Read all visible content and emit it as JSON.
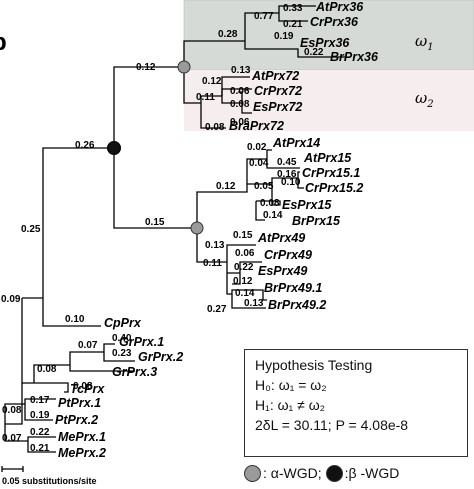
{
  "panel_letter": "b",
  "groups": {
    "omega1": {
      "name": "ω",
      "sub": "1",
      "color": "#d6dad6"
    },
    "omega2": {
      "name": "ω",
      "sub": "2",
      "color": "#f6eeee"
    }
  },
  "taxa": {
    "AtPrx36": "AtPrx36",
    "CrPrx36": "CrPrx36",
    "EsPrx36": "EsPrx36",
    "BrPrx36": "BrPrx36",
    "AtPrx72": "AtPrx72",
    "CrPrx72": "CrPrx72",
    "EsPrx72": "EsPrx72",
    "BraPrx72": "BraPrx72",
    "AtPrx14": "AtPrx14",
    "AtPrx15": "AtPrx15",
    "CrPrx15_1": "CrPrx15.1",
    "CrPrx15_2": "CrPrx15.2",
    "EsPrx15": "EsPrx15",
    "BrPrx15": "BrPrx15",
    "AtPrx49": "AtPrx49",
    "CrPrx49": "CrPrx49",
    "EsPrx49": "EsPrx49",
    "BrPrx49_1": "BrPrx49.1",
    "BrPrx49_2": "BrPrx49.2",
    "CpPrx": "CpPrx",
    "GrPrx1": "GrPrx.1",
    "GrPrx2": "GrPrx.2",
    "GrPrx3": "GrPrx.3",
    "TcPrx": "TcPrx",
    "PtPrx1": "PtPrx.1",
    "PtPrx2": "PtPrx.2",
    "MePrx1": "MePrx.1",
    "MePrx2": "MePrx.2"
  },
  "branch_lengths": {
    "b033": "0.33",
    "b021a": "0.21",
    "b077": "0.77",
    "b019a": "0.19",
    "b022a": "0.22",
    "b028": "0.28",
    "b013a": "0.13",
    "b012a": "0.12",
    "b006a": "0.06",
    "b008a": "0.08",
    "b011a": "0.11",
    "b006b": "0.06",
    "b008b": "0.08",
    "b012b": "0.12",
    "b026": "0.26",
    "b002": "0.02",
    "b045": "0.45",
    "b004": "0.04",
    "b016": "0.16",
    "b005": "0.05",
    "b010a": "0.10",
    "b012c": "0.12",
    "b008c": "0.08",
    "b014": "0.14",
    "b015": "0.15",
    "b015b": "0.15",
    "b013b": "0.13",
    "b006c": "0.06",
    "b011b": "0.11",
    "b022b": "0.22",
    "b012d": "0.12",
    "b014b": "0.14",
    "b013c": "0.13",
    "b027": "0.27",
    "b025": "0.25",
    "b010b": "0.10",
    "b009": "0.09",
    "b040": "0.40",
    "b007a": "0.07",
    "b023": "0.23",
    "b008d": "0.08",
    "b008e": "0.08",
    "b017": "0.17",
    "b008f": "0.08",
    "b019b": "0.19",
    "b022c": "0.22",
    "b007b": "0.07",
    "b021b": "0.21"
  },
  "scale_bar": "0.05 substitutions/site",
  "hypothesis": {
    "title": "Hypothesis Testing",
    "h0": "H₀: ω₁ = ω₂",
    "h1": "H₁: ω₁ ≠ ω₂",
    "stats": "2δL = 30.11; P = 4.08e-8"
  },
  "legend": {
    "alpha": ": α-WGD;",
    "beta": ":β -WGD"
  },
  "colors": {
    "alpha_wgd": "#9a9a9a",
    "beta_wgd": "#111111"
  }
}
